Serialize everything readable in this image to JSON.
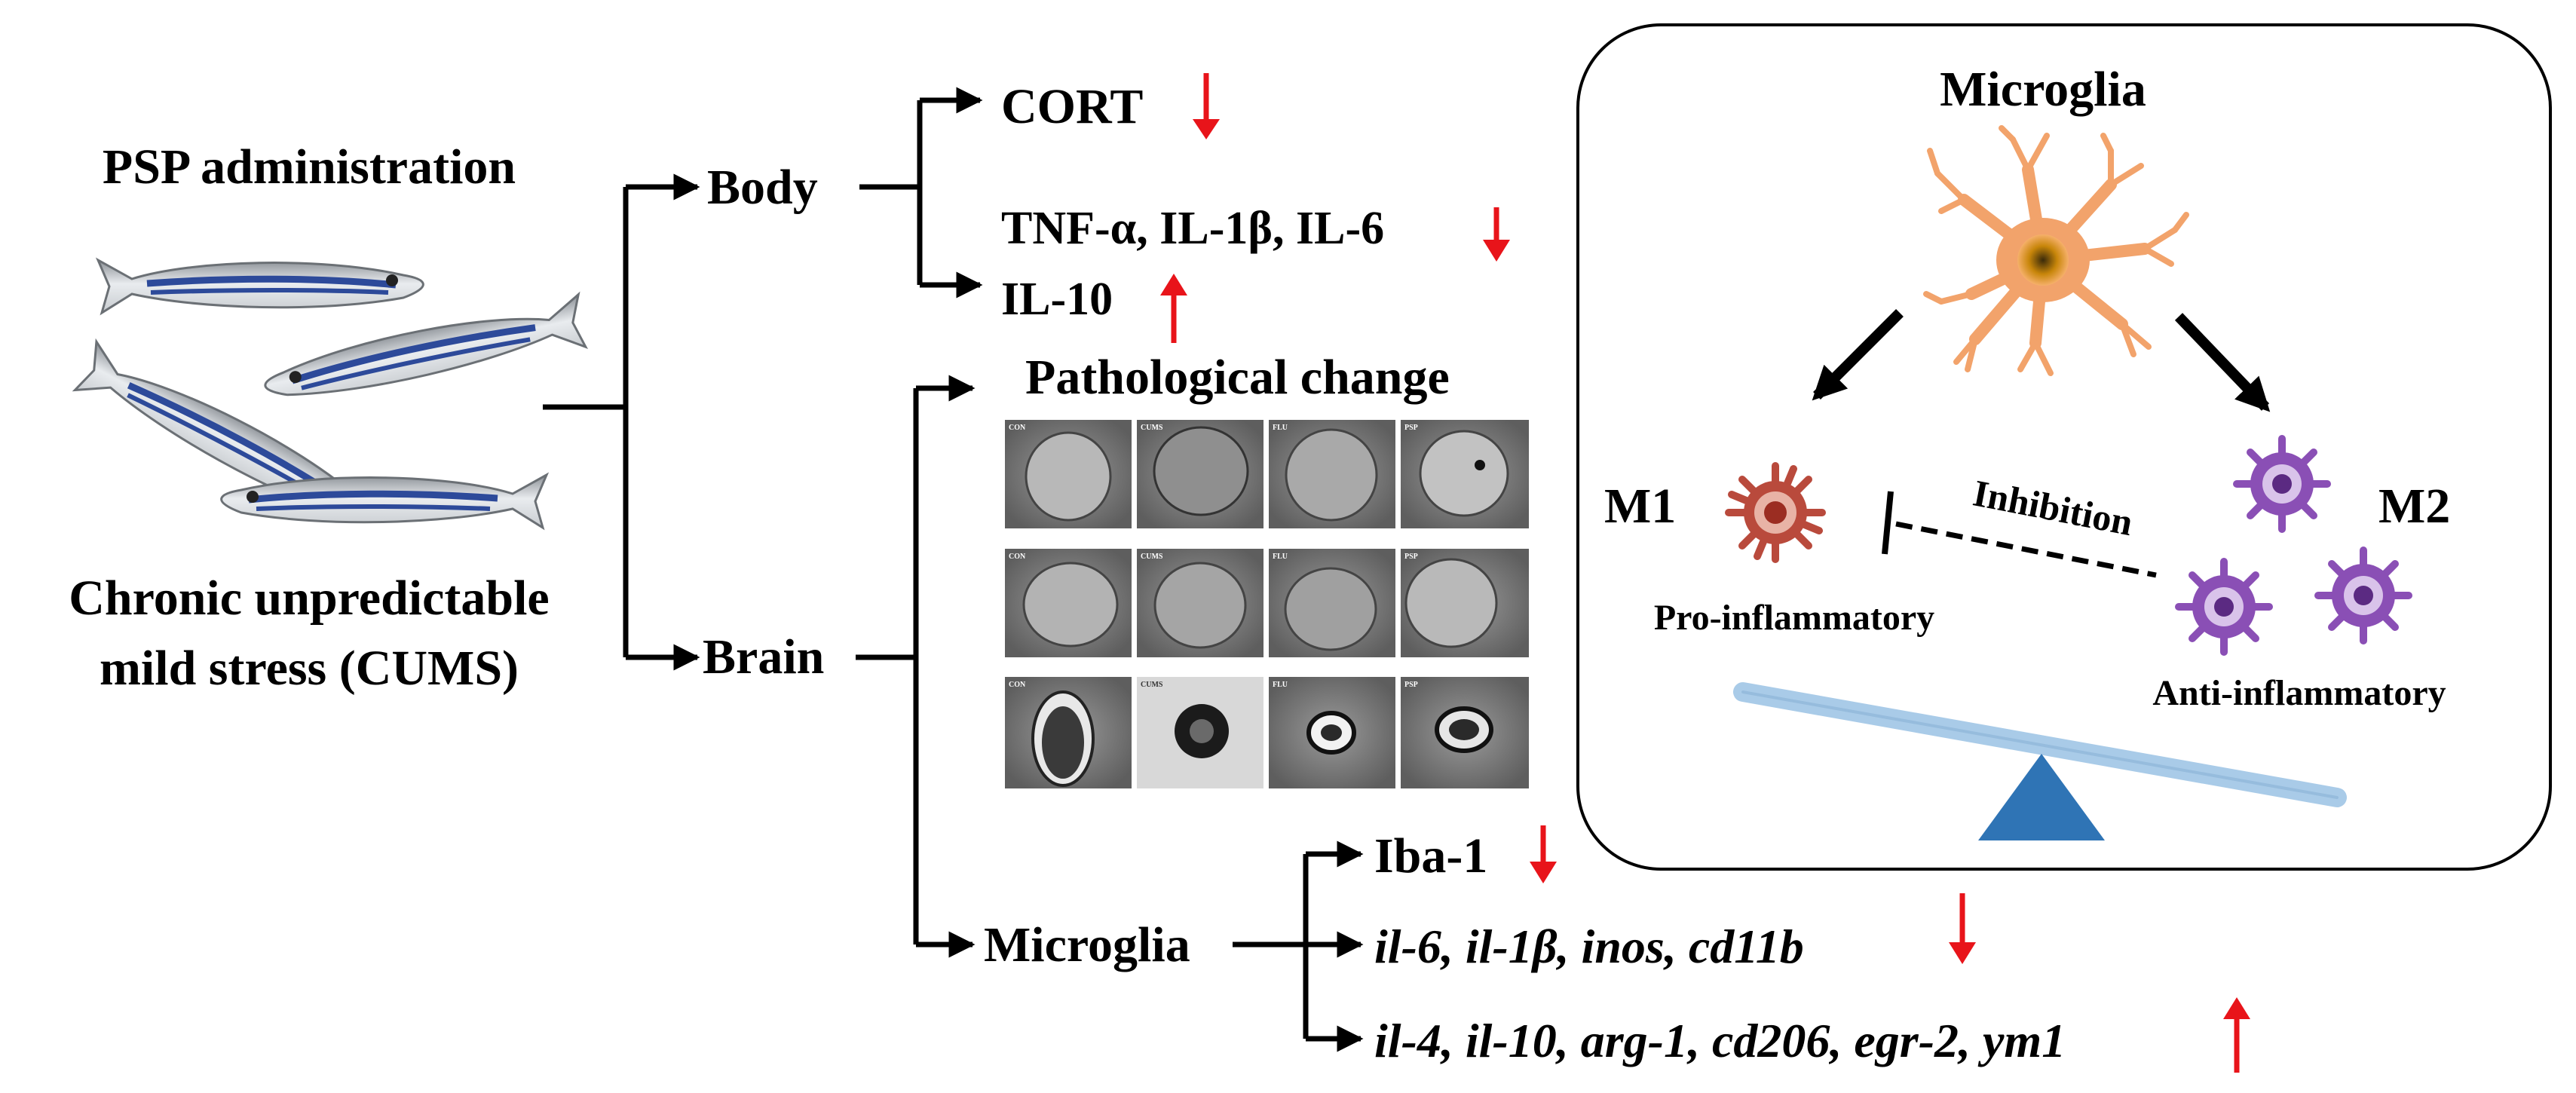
{
  "treatment": {
    "administration": "PSP administration",
    "model_line1": "Chronic unpredictable",
    "model_line2": "mild stress (CUMS)"
  },
  "branches": {
    "body": "Body",
    "brain": "Brain",
    "microglia": "Microglia"
  },
  "body_results": {
    "cort": "CORT",
    "cytokines_pro": "TNF-α, IL-1β, IL-6",
    "cytokine_anti": "IL-10"
  },
  "pathology": {
    "title": "Pathological change",
    "micrograph_labels": [
      [
        "CON",
        "CUMS",
        "FLU",
        "PSP"
      ],
      [
        "CON",
        "CUMS",
        "FLU",
        "PSP"
      ],
      [
        "CON",
        "CUMS",
        "FLU",
        "PSP"
      ]
    ]
  },
  "microglia_results": {
    "iba": "Iba-1",
    "m1_genes": "il-6, il-1β, inos, cd11b",
    "m2_genes": "il-4, il-10, arg-1, cd206, egr-2, ym1"
  },
  "panel": {
    "title": "Microglia",
    "m1": "M1",
    "m2": "M2",
    "pro": "Pro-inflammatory",
    "anti": "Anti-inflammatory",
    "inhibition": "Inhibition"
  },
  "colors": {
    "arrow_down": "#e8141a",
    "arrow_up": "#e8141a",
    "microglia_cell": "#f2a36b",
    "microglia_nucleus": "#c8860a",
    "m1_cell": "#b94a3c",
    "m2_cell": "#8a4fb5",
    "seesaw_beam": "#a9cbe8",
    "seesaw_fulcrum": "#2f74b5"
  },
  "icons": [
    "zebrafish-icon",
    "down-arrow-icon",
    "up-arrow-icon",
    "microglia-icon",
    "m1-cell-icon",
    "m2-cell-icon",
    "seesaw-icon",
    "inhibition-icon"
  ]
}
